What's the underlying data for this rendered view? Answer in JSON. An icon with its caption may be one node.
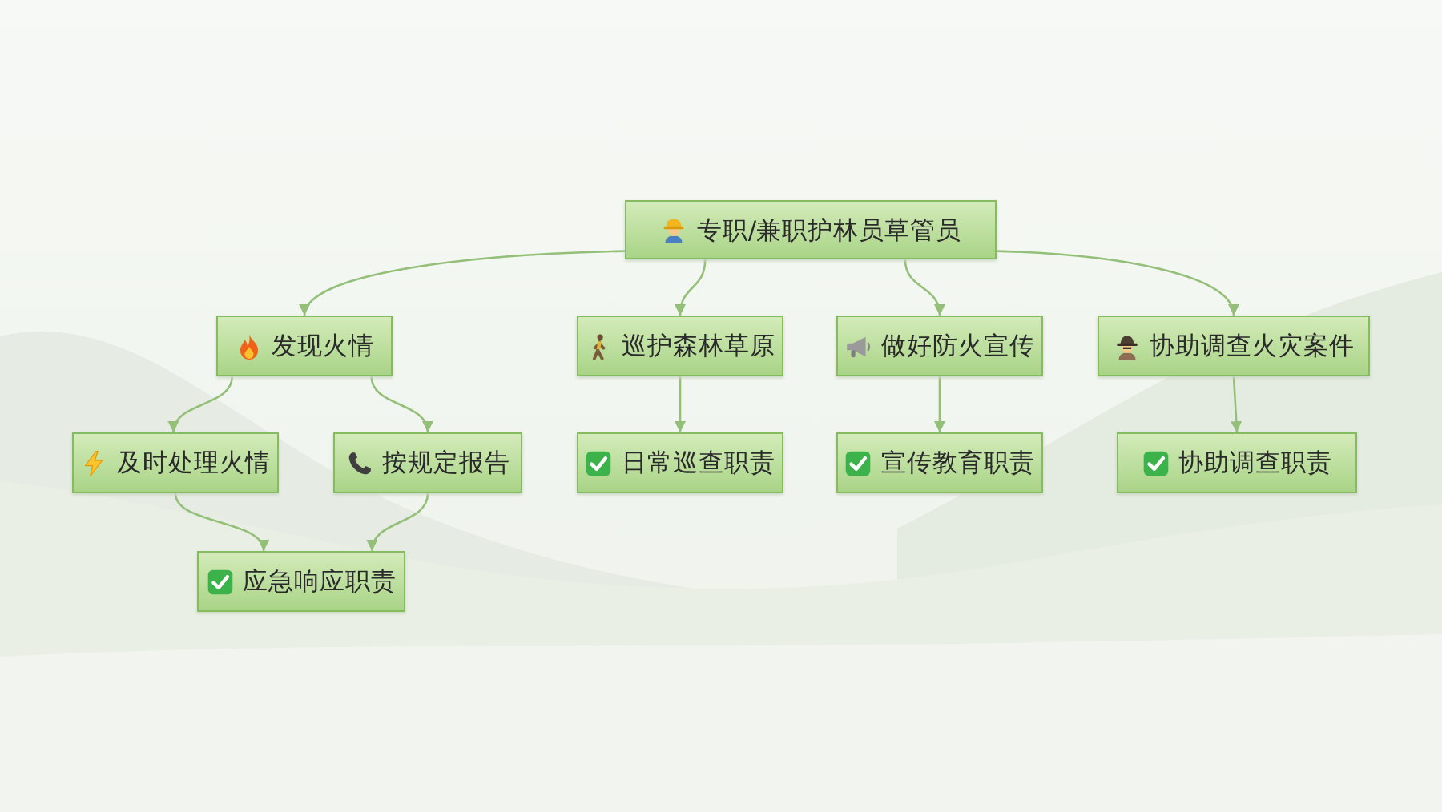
{
  "diagram": {
    "nodes": [
      {
        "text": [
          "专职/兼职护林员草管员"
        ]
      },
      {
        "text": [
          "发现火情"
        ]
      },
      {
        "text": [
          "巡护森林草原"
        ]
      },
      {
        "text": [
          "做好防火宣传"
        ]
      },
      {
        "text": [
          "协助调查火灾案件"
        ]
      },
      {
        "text": [
          "及时处理火情"
        ]
      },
      {
        "text": [
          "按规定报告"
        ]
      },
      {
        "text": [
          "日常巡查职责"
        ]
      },
      {
        "text": [
          "宣传教育职责"
        ]
      },
      {
        "text": [
          "协助调查职责"
        ]
      },
      {
        "text": [
          "应急响应职责"
        ]
      }
    ],
    "edges": [
      {
        "from": 0,
        "to": 1,
        "arrow": "to"
      },
      {
        "from": 0,
        "to": 2,
        "arrow": "to"
      },
      {
        "from": 0,
        "to": 3,
        "arrow": "to"
      },
      {
        "from": 0,
        "to": 4,
        "arrow": "to"
      },
      {
        "from": 1,
        "to": 5,
        "arrow": "to"
      },
      {
        "from": 1,
        "to": 6,
        "arrow": "to"
      },
      {
        "from": 2,
        "to": 7,
        "arrow": "to"
      },
      {
        "from": 3,
        "to": 8,
        "arrow": "to"
      },
      {
        "from": 4,
        "to": 9,
        "arrow": "to"
      },
      {
        "from": 5,
        "to": 10,
        "arrow": "to"
      },
      {
        "from": 6,
        "to": 10,
        "arrow": "to"
      }
    ]
  }
}
